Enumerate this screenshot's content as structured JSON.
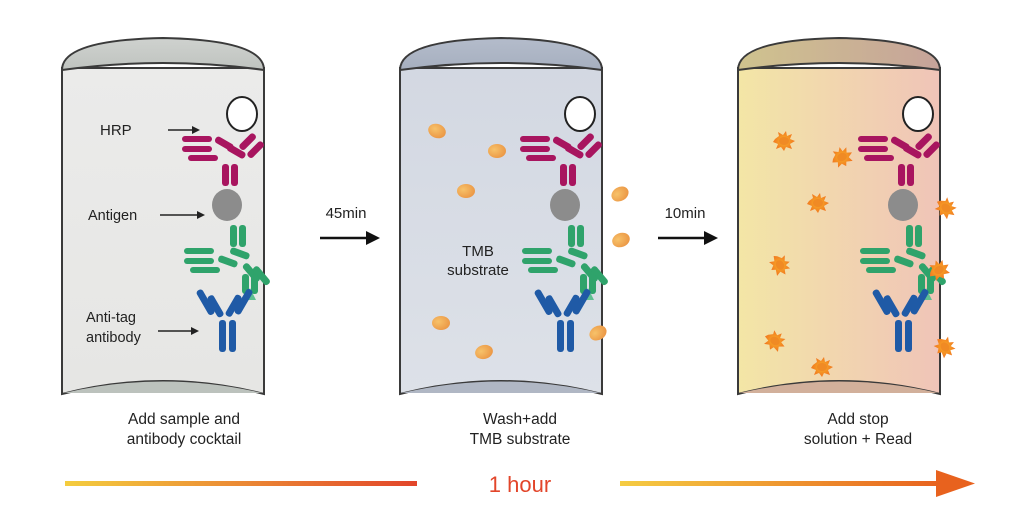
{
  "steps": [
    {
      "caption_line1": "Add sample and",
      "caption_line2": "antibody cocktail"
    },
    {
      "caption_line1": "Wash+add",
      "caption_line2": "TMB substrate"
    },
    {
      "caption_line1": "Add stop",
      "caption_line2": "solution + Read"
    }
  ],
  "arrows": [
    {
      "time": "45min"
    },
    {
      "time": "10min"
    }
  ],
  "labels": {
    "hrp": "HRP",
    "antigen": "Antigen",
    "anti_tag_line1": "Anti-tag",
    "anti_tag_line2": "antibody",
    "tmb_line1": "TMB",
    "tmb_line2": "substrate"
  },
  "timeline": {
    "label": "1 hour"
  },
  "colors": {
    "hrp_antibody": "#a8155f",
    "capture_antibody": "#2fa36b",
    "anti_tag_antibody": "#1f5aa6",
    "antigen": "#8c8c8c",
    "timeline_start": "#f3c33a",
    "timeline_end": "#e8531f"
  }
}
